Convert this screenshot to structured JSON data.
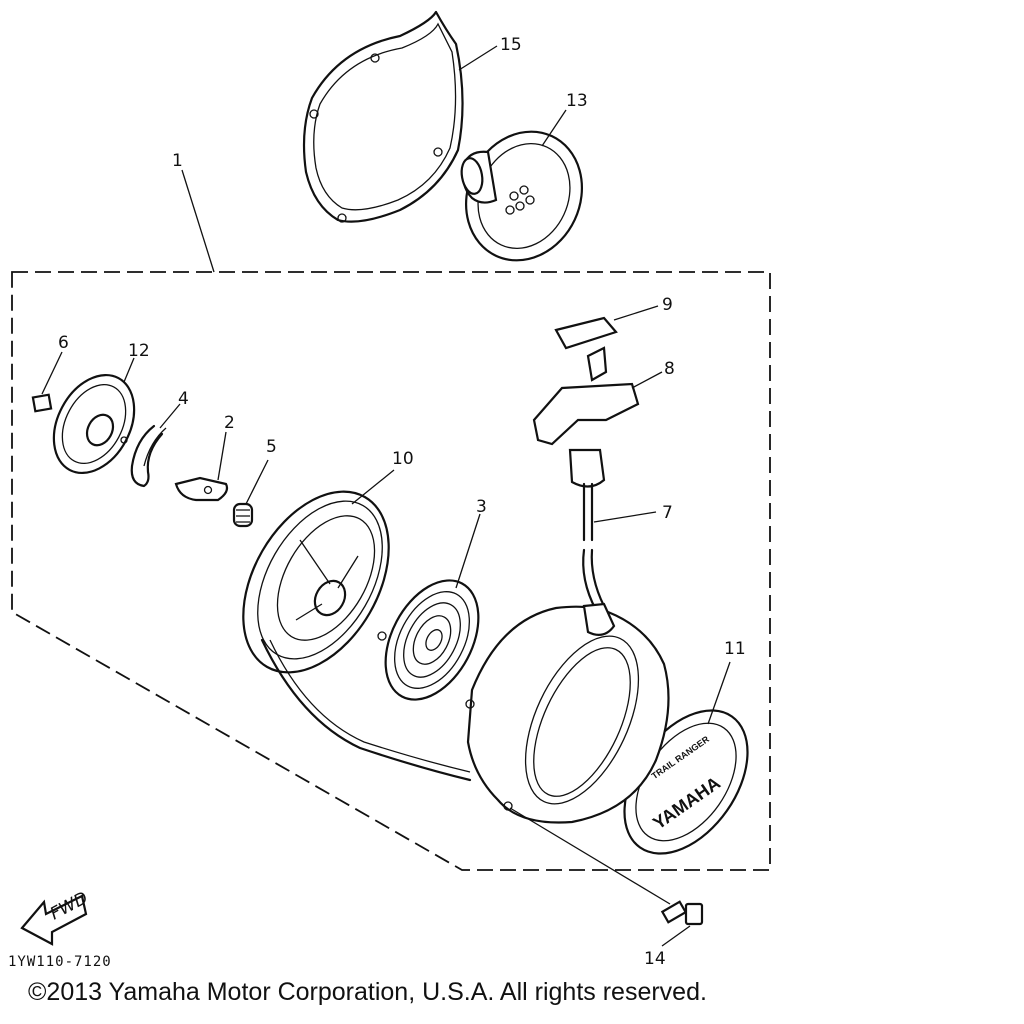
{
  "callouts": {
    "c1": "1",
    "c2": "2",
    "c3": "3",
    "c4": "4",
    "c5": "5",
    "c6": "6",
    "c7": "7",
    "c8": "8",
    "c9": "9",
    "c10": "10",
    "c11": "11",
    "c12": "12",
    "c13": "13",
    "c14": "14",
    "c15": "15"
  },
  "figure_code": "1YW110-7120",
  "fwd_label": "FWD",
  "emblem": {
    "brand": "YAMAHA",
    "model": "TRAIL RANGER"
  },
  "copyright": "©2013 Yamaha Motor Corporation, U.S.A. All rights reserved."
}
